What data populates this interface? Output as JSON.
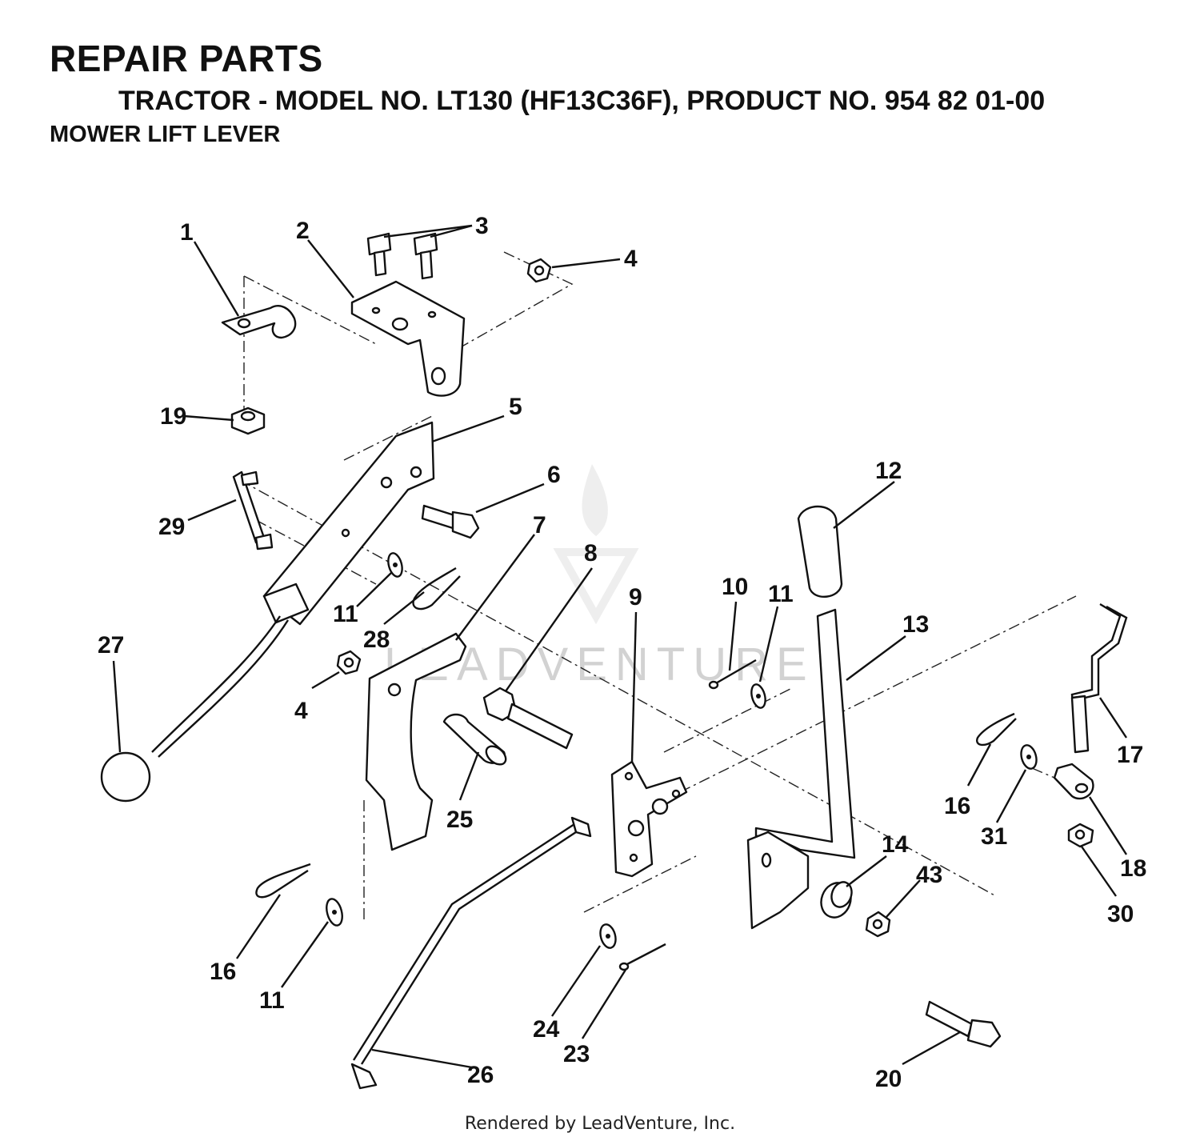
{
  "header": {
    "title": "REPAIR PARTS",
    "subtitle": "TRACTOR - MODEL NO. LT130 (HF13C36F), PRODUCT NO. 954 82 01-00",
    "section": "MOWER LIFT LEVER"
  },
  "watermark": {
    "text": "LEADVENTURE"
  },
  "callouts": {
    "c1": "1",
    "c2": "2",
    "c3": "3",
    "c4a": "4",
    "c4b": "4",
    "c5": "5",
    "c6": "6",
    "c7": "7",
    "c8": "8",
    "c9": "9",
    "c10": "10",
    "c11a": "11",
    "c11b": "11",
    "c11c": "11",
    "c12": "12",
    "c13": "13",
    "c14": "14",
    "c16a": "16",
    "c16b": "16",
    "c17": "17",
    "c18": "18",
    "c19": "19",
    "c20": "20",
    "c23": "23",
    "c24": "24",
    "c25": "25",
    "c26": "26",
    "c27": "27",
    "c28": "28",
    "c29": "29",
    "c30": "30",
    "c31": "31",
    "c43": "43"
  },
  "footer": {
    "text": "Rendered by LeadVenture, Inc."
  }
}
